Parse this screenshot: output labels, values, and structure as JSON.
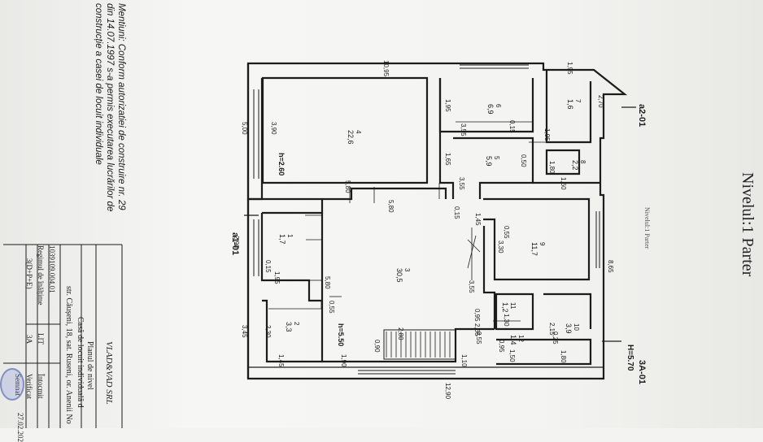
{
  "notes": {
    "lines": [
      "Mentiuni: Conform autorizatiei de construire nr. 29",
      "din 14.07.1997 s-a permis executarea lucrărilor de",
      "construcție a casei de locuit individuale"
    ]
  },
  "heading": {
    "title": "Nivelul:1 Parter",
    "subtitle": "Nivelul:1 Parter"
  },
  "title_block": {
    "company": "VLAD&VAD SRL",
    "plan_label": "Planul de nivel",
    "building": "Casă de locuit individuală d",
    "address": "str. Căușeni, 18, sat. Ruseni, or. Anenii No",
    "cadastral_code": "1039109.004.01",
    "height_regime_label": "Regimul de înălțime",
    "height_regime_value": "3(D+P+E)",
    "lit_label": "LIT",
    "lit_value": "3A",
    "column_prepared": "Întocmit",
    "column_checked": "Verificat",
    "column_signed": "Semnat",
    "date_fragment": "27.02.202"
  },
  "plan": {
    "sections": [
      {
        "label": "a2-01"
      },
      {
        "label": "a1-01"
      },
      {
        "label": "3A-01"
      }
    ],
    "height_label": "H=5.70",
    "room_heights": [
      "h=2.60",
      "h=5.50"
    ],
    "rooms": [
      {
        "no": "4",
        "area": "22,6"
      },
      {
        "no": "6",
        "area": "6,9"
      },
      {
        "no": "7",
        "area": "1,6"
      },
      {
        "no": "5",
        "area": "5,9"
      },
      {
        "no": "8",
        "area": "2,2"
      },
      {
        "no": "1",
        "area": "1,7"
      },
      {
        "no": "3",
        "area": "30,5"
      },
      {
        "no": "9",
        "area": "11,7"
      },
      {
        "no": "2",
        "area": "3,3"
      },
      {
        "no": "11",
        "area": "1,2"
      },
      {
        "no": "10",
        "area": "3,9"
      },
      {
        "no": "12",
        "area": "1,4"
      }
    ],
    "dimensions": [
      {
        "text": "10,95"
      },
      {
        "text": "1,95"
      },
      {
        "text": "2,70"
      },
      {
        "text": "5,00"
      },
      {
        "text": "3,90"
      },
      {
        "text": "1,95"
      },
      {
        "text": "3,55"
      },
      {
        "text": "0,15"
      },
      {
        "text": "1,95"
      },
      {
        "text": "1,65"
      },
      {
        "text": "0,50"
      },
      {
        "text": "1,80"
      },
      {
        "text": "5,80"
      },
      {
        "text": "3,55"
      },
      {
        "text": "1,60"
      },
      {
        "text": "5,80"
      },
      {
        "text": "0,15"
      },
      {
        "text": "1,45"
      },
      {
        "text": "0,55"
      },
      {
        "text": "2,90"
      },
      {
        "text": "3,30"
      },
      {
        "text": "0,15"
      },
      {
        "text": "1,95"
      },
      {
        "text": "8,65"
      },
      {
        "text": "5,80"
      },
      {
        "text": "3,55"
      },
      {
        "text": "0,55"
      },
      {
        "text": "1,30"
      },
      {
        "text": "0,95"
      },
      {
        "text": "2,65"
      },
      {
        "text": "2,15"
      },
      {
        "text": "0,25"
      },
      {
        "text": "3,45"
      },
      {
        "text": "2,30"
      },
      {
        "text": "2,80"
      },
      {
        "text": "0,90"
      },
      {
        "text": "0,55"
      },
      {
        "text": "0,95"
      },
      {
        "text": "1,50"
      },
      {
        "text": "1,45"
      },
      {
        "text": "1,90"
      },
      {
        "text": "1,10"
      },
      {
        "text": "1,80"
      },
      {
        "text": "12,90"
      }
    ]
  },
  "colors": {
    "line": "#1c1c1c",
    "paper": "#f4f4f2",
    "seal": "#6f82d4"
  }
}
